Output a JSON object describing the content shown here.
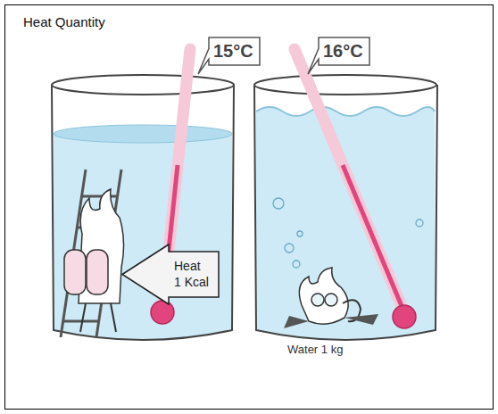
{
  "diagram": {
    "title": "Heat Quantity",
    "nodes": [
      {
        "text": [
          "15°C"
        ]
      },
      {
        "text": [
          "Heat 1 Kcal"
        ]
      },
      {
        "text": [
          "16°C"
        ]
      }
    ],
    "labels": [
      "Water 1 kg"
    ]
  }
}
